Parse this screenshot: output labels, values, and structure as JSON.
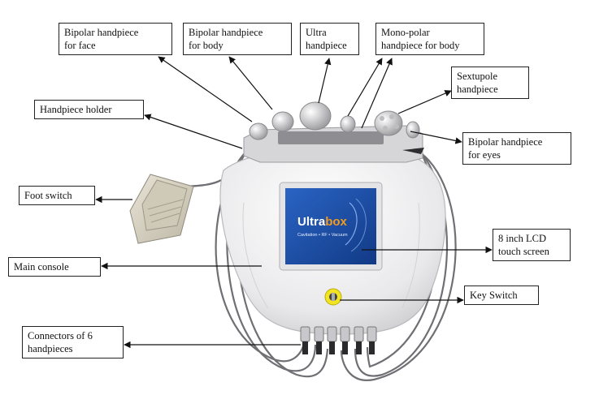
{
  "labels": {
    "bipolar_face": "Bipolar handpiece\nfor face",
    "bipolar_body": "Bipolar handpiece\nfor body",
    "ultra": "Ultra\nhandpiece",
    "monopolar": "Mono-polar\nhandpiece for body",
    "sextupole": "Sextupole\nhandpiece",
    "holder": "Handpiece holder",
    "bipolar_eyes": "Bipolar handpiece\nfor eyes",
    "foot_switch": "Foot switch",
    "lcd": "8 inch LCD\ntouch screen",
    "main_console": "Main console",
    "key_switch": "Key Switch",
    "connectors": "Connectors of 6\nhandpieces"
  },
  "screen": {
    "brand_part1": "Ultra",
    "brand_part2": "box",
    "tagline": "Cavitation • RF • Vacuum"
  },
  "colors": {
    "screen_bg": "#1d4fa8",
    "brand_orange": "#f29a1e",
    "key_switch": "#f2e51f",
    "console_body": "#eeeeef"
  }
}
